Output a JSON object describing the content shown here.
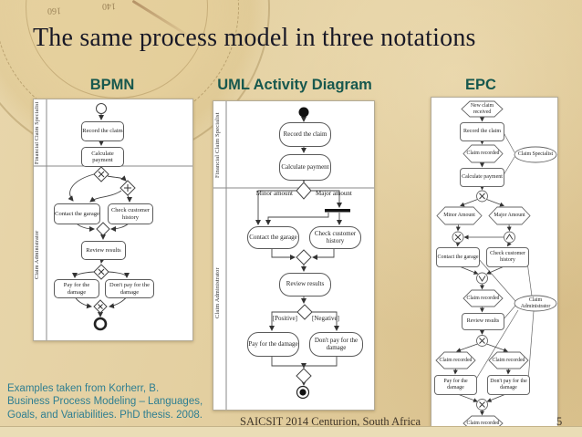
{
  "slide": {
    "title": "The same process model in three notations",
    "page_number": "5",
    "conference": "SAICSIT 2014 Centurion, South Africa",
    "attribution": [
      "Examples taken from Korherr, B.",
      "Business Process Modeling – Languages,",
      "Goals, and Variabilities.  PhD thesis. 2008."
    ]
  },
  "headings": {
    "bpmn": "BPMN",
    "uml": "UML Activity Diagram",
    "epc": "EPC"
  },
  "decor": {
    "compass_numbers": [
      "160",
      "140"
    ]
  },
  "bpmn": {
    "lanes": [
      "Financial Claim Specialist",
      "Claim Administrator"
    ],
    "nodes": {
      "record": "Record the claim",
      "calculate": "Calculate payment",
      "contact": "Contact the garage",
      "check": "Check customer history",
      "review": "Review results",
      "pay": "Pay for the damage",
      "dontpay": "Don't pay for the damage"
    }
  },
  "uml": {
    "lanes": [
      "Financial Claim Specialist",
      "Claim Administrator"
    ],
    "nodes": {
      "record": "Record the claim",
      "calculate": "Calculate payment",
      "contact": "Contact the garage",
      "check": "Check customer history",
      "review": "Review results",
      "pay": "Pay for the damage",
      "dontpay": "Don't pay for the damage"
    },
    "guards": {
      "minor": "Minor amount",
      "major": "Major amount",
      "positive": "[Positive]",
      "negative": "[Negative]"
    }
  },
  "epc": {
    "events": {
      "new_claim": "New claim received",
      "recorded": "Claim recorded",
      "minor": "Minor Amount",
      "major": "Major Amount"
    },
    "functions": {
      "record": "Record the claim",
      "calculate": "Calculate payment",
      "contact": "Contact the garage",
      "check": "Check customer history",
      "review": "Review results",
      "pay": "Pay for the damage",
      "dontpay": "Don't pay for the damage"
    },
    "roles": {
      "specialist": "Claim Specialist",
      "administrator": "Claim Administrator"
    }
  },
  "colors": {
    "background": "#e3cfa0",
    "heading": "#17584e",
    "attribution": "#2e7e91",
    "panel": "#ffffff"
  }
}
